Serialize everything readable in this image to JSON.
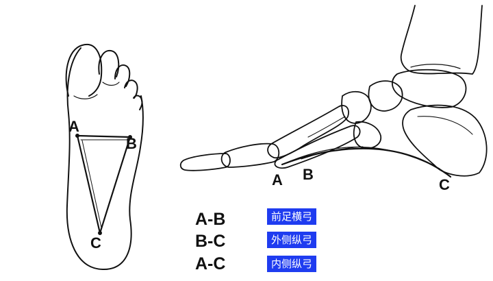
{
  "sole_view": {
    "points": {
      "a": "A",
      "b": "B",
      "c": "C"
    }
  },
  "side_view": {
    "points": {
      "a": "A",
      "b": "B",
      "c": "C"
    }
  },
  "legend": [
    {
      "code": "A-B",
      "name": "前足横弓"
    },
    {
      "code": "B-C",
      "name": "外侧纵弓"
    },
    {
      "code": "A-C",
      "name": "内侧纵弓"
    }
  ],
  "colors": {
    "badge": "#1f3cf0",
    "line": "#111111",
    "background": "#ffffff"
  }
}
